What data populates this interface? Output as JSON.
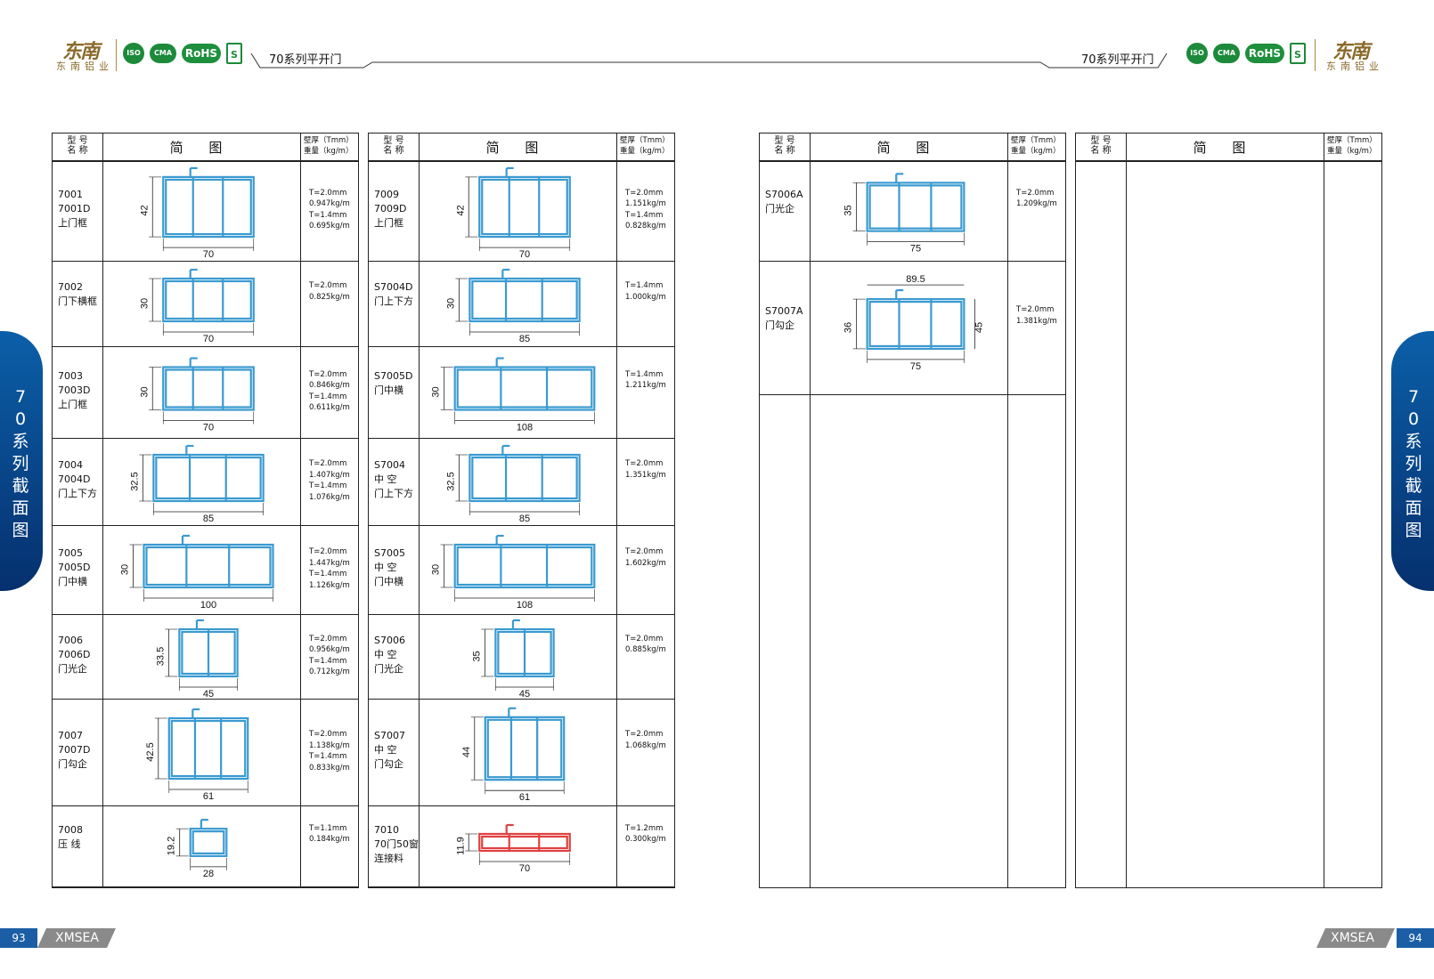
{
  "header": {
    "left": {
      "brand_mark": "东南",
      "company": "东南铝业",
      "series_title": "70系列平开门",
      "certs": [
        "ISO",
        "CMA",
        "RoHS",
        "S"
      ]
    },
    "right": {
      "brand_mark": "东南",
      "company": "东南铝业",
      "series_title": "70系列平开门",
      "certs": [
        "ISO",
        "CMA",
        "RoHS",
        "S"
      ]
    }
  },
  "side_tab": {
    "label": "70系列截面图"
  },
  "footer": {
    "left_page": "93",
    "right_page": "94",
    "brand": "XMSEA"
  },
  "table_headers": {
    "model_top": "型 号",
    "model_bottom": "名 称",
    "sketch": "简 图",
    "spec_top": "壁厚（Tmm）",
    "spec_bottom": "重量（kg/m）"
  },
  "col1": [
    {
      "model": "7001\n7001D\n上门框",
      "spec": "T=2.0mm\n0.947kg/m\nT=1.4mm\n0.695kg/m",
      "dims": [
        "42",
        "70"
      ]
    },
    {
      "model": "7002\n门下横框",
      "spec": "T=2.0mm\n0.825kg/m",
      "dims": [
        "30",
        "70"
      ]
    },
    {
      "model": "7003\n7003D\n上门框",
      "spec": "T=2.0mm\n0.846kg/m\nT=1.4mm\n0.611kg/m",
      "dims": [
        "30",
        "70"
      ]
    },
    {
      "model": "7004\n7004D\n门上下方",
      "spec": "T=2.0mm\n1.407kg/m\nT=1.4mm\n1.076kg/m",
      "dims": [
        "32.5",
        "85"
      ]
    },
    {
      "model": "7005\n7005D\n门中横",
      "spec": "T=2.0mm\n1.447kg/m\nT=1.4mm\n1.126kg/m",
      "dims": [
        "30",
        "100"
      ]
    },
    {
      "model": "7006\n7006D\n门光企",
      "spec": "T=2.0mm\n0.956kg/m\nT=1.4mm\n0.712kg/m",
      "dims": [
        "33.5",
        "45"
      ]
    },
    {
      "model": "7007\n7007D\n门勾企",
      "spec": "T=2.0mm\n1.138kg/m\nT=1.4mm\n0.833kg/m",
      "dims": [
        "42.5",
        "61"
      ]
    },
    {
      "model": "7008\n压  线",
      "spec": "T=1.1mm\n0.184kg/m",
      "dims": [
        "19.2",
        "28"
      ]
    }
  ],
  "col2": [
    {
      "model": "7009\n7009D\n上门框",
      "spec": "T=2.0mm\n1.151kg/m\nT=1.4mm\n0.828kg/m",
      "dims": [
        "42",
        "70"
      ]
    },
    {
      "model": "S7004D\n门上下方",
      "spec": "T=1.4mm\n1.000kg/m",
      "dims": [
        "30",
        "85"
      ]
    },
    {
      "model": "S7005D\n门中横",
      "spec": "T=1.4mm\n1.211kg/m",
      "dims": [
        "30",
        "108"
      ]
    },
    {
      "model": "S7004\n中  空\n门上下方",
      "spec": "T=2.0mm\n1.351kg/m",
      "dims": [
        "32.5",
        "85"
      ]
    },
    {
      "model": "S7005\n中  空\n门中横",
      "spec": "T=2.0mm\n1.602kg/m",
      "dims": [
        "30",
        "108"
      ]
    },
    {
      "model": "S7006\n中  空\n门光企",
      "spec": "T=2.0mm\n0.885kg/m",
      "dims": [
        "35",
        "45"
      ]
    },
    {
      "model": "S7007\n中  空\n门勾企",
      "spec": "T=2.0mm\n1.068kg/m",
      "dims": [
        "44",
        "61"
      ]
    },
    {
      "model": "7010\n70门50窗\n连接料",
      "spec": "T=1.2mm\n0.300kg/m",
      "dims": [
        "11.9",
        "70"
      ]
    }
  ],
  "col3": [
    {
      "model": "S7006A\n门光企",
      "spec": "T=2.0mm\n1.209kg/m",
      "dims": [
        "35",
        "75"
      ]
    },
    {
      "model": "S7007A\n门勾企",
      "spec": "T=2.0mm\n1.381kg/m",
      "dims": [
        "36",
        "75",
        "45",
        "89.5"
      ]
    }
  ],
  "colors": {
    "profile": "#3a9ad0",
    "profile_red": "#e04040",
    "border": "#222222",
    "tab": "#0b5fa8",
    "footer_grey": "#8a8a8a"
  }
}
